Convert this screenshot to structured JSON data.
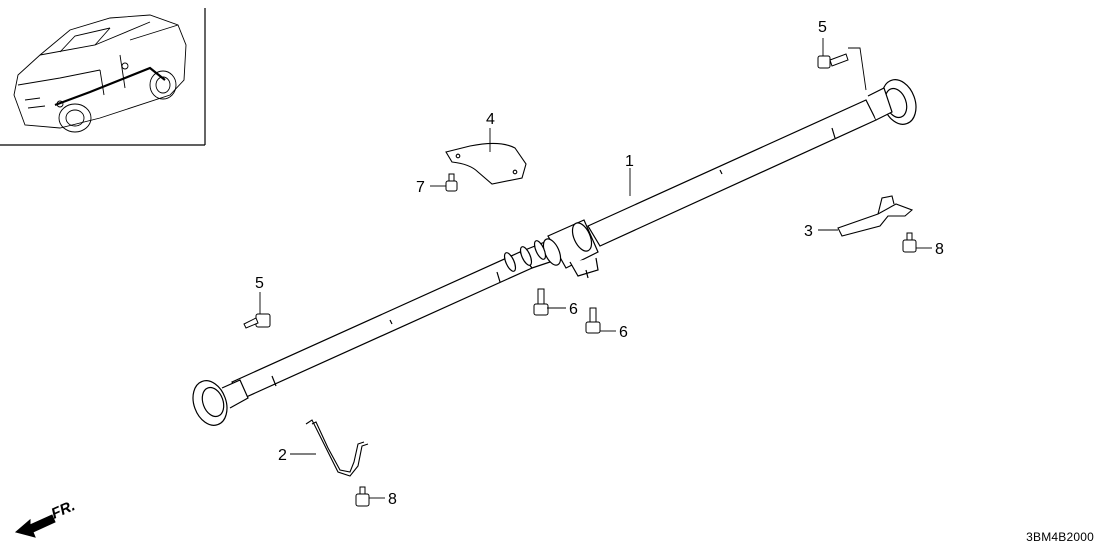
{
  "callouts": {
    "propeller_shaft": "1",
    "rear_stay": "2",
    "front_stay": "3",
    "heat_insulator": "4",
    "bolt_top": "5",
    "bolt_left": "5",
    "flange_bolt_a": "6",
    "flange_bolt_b": "6",
    "insulator_nut": "7",
    "stay_bolt_right": "8",
    "stay_bolt_bottom": "8"
  },
  "front_marker": "FR.",
  "diagram_code": "3BM4B2000",
  "colors": {
    "line": "#000000",
    "fill": "#ffffff"
  }
}
